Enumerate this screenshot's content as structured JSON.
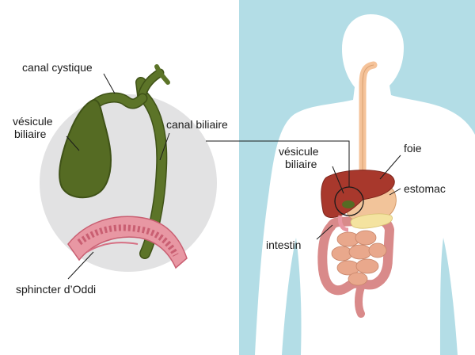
{
  "labels": {
    "canal_cystique": "canal cystique",
    "vesicule_left_line1": "vésicule",
    "vesicule_left_line2": "biliaire",
    "canal_biliaire": "canal biliaire",
    "sphincter": "sphincter d’Oddi",
    "vesicule_right_line1": "vésicule",
    "vesicule_right_line2": "biliaire",
    "foie": "foie",
    "estomac": "estomac",
    "intestin": "intestin"
  },
  "colors": {
    "panel_bg": "#b3dde6",
    "silhouette": "#ffffff",
    "zoom_circle": "#e2e2e3",
    "gallbladder": "#556b23",
    "bile_duct": "#5c7428",
    "liver": "#a8382c",
    "stomach": "#f2c49a",
    "esophagus": "#f5c39a",
    "intestine": "#e9a88c",
    "colon": "#d98a8a",
    "pancreas": "#f4e3a0",
    "duodenum_outer": "#e897a3",
    "duodenum_inner": "#c95f72",
    "leader_line": "#1a1a1a"
  }
}
